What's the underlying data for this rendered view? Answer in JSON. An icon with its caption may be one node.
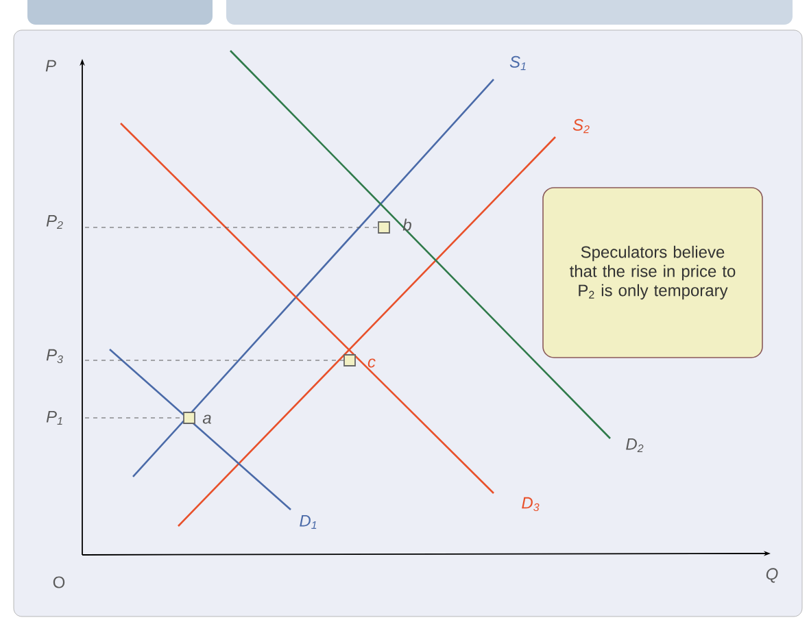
{
  "diagram": {
    "nodes": [
      {
        "text": [
          "Speculators believe that the rise in price to P$_{2}$ is only temporary"
        ]
      }
    ],
    "labels": [
      "P",
      "S$_{1}$",
      "S$_{2}$",
      "P$_{2}$",
      "b",
      "P$_{3}$",
      "c",
      "P$_{1}$",
      "a",
      "D$_{2}$",
      "D$_{3}$",
      "D$_{1}$",
      "O",
      "Q"
    ]
  }
}
